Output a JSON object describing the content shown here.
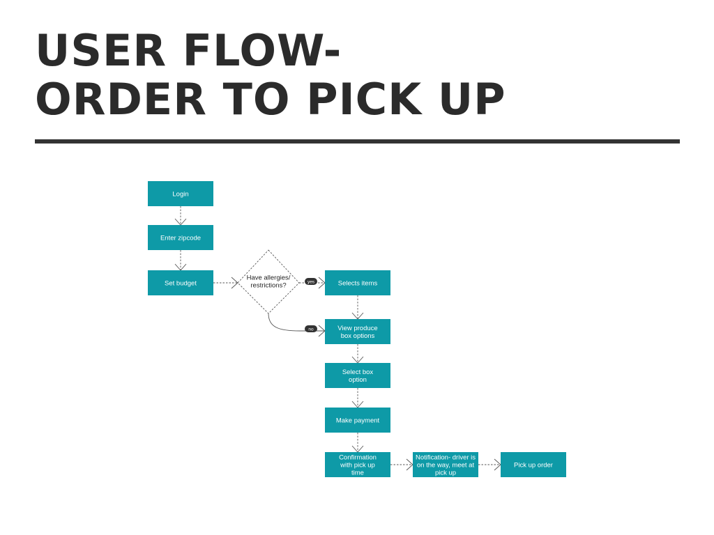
{
  "title": {
    "line1": "USER FLOW-",
    "line2": "ORDER TO PICK UP"
  },
  "colors": {
    "node_fill": "#0e9aa7",
    "title_text": "#2b2b2b",
    "rule": "#333333",
    "pill_fill": "#333333"
  },
  "flow": {
    "login": [
      "Login"
    ],
    "enter_zipcode": [
      "Enter zipcode"
    ],
    "set_budget": [
      "Set budget"
    ],
    "decision": [
      "Have allergies/",
      "restrictions?"
    ],
    "yes_label": "yes",
    "no_label": "no",
    "selects_items": [
      "Selects  items"
    ],
    "view_produce": [
      "View produce",
      "box options"
    ],
    "select_box": [
      "Select box",
      "option"
    ],
    "make_payment": [
      "Make payment"
    ],
    "confirmation": [
      "Confirmation",
      "with pick up",
      "time"
    ],
    "notification": [
      "Notification- driver is",
      "on the way, meet at",
      "pick up"
    ],
    "pick_up_order": [
      "Pick up order"
    ]
  }
}
